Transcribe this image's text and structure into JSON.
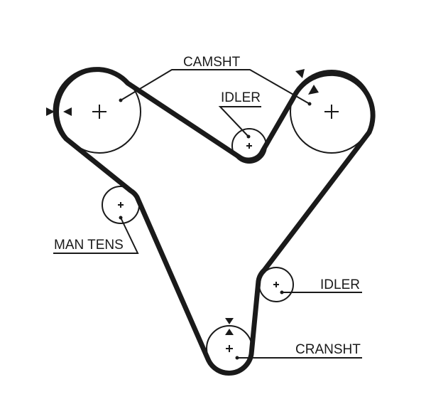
{
  "labels": {
    "camshaft": "CAMSHT",
    "idler_top": "IDLER",
    "idler_right": "IDLER",
    "manual_tensioner": "MAN TENS",
    "crankshaft": "CRANSHT"
  },
  "colors": {
    "belt": "#1a1a1a",
    "pulley": "#1a1a1a",
    "background": "#ffffff"
  }
}
